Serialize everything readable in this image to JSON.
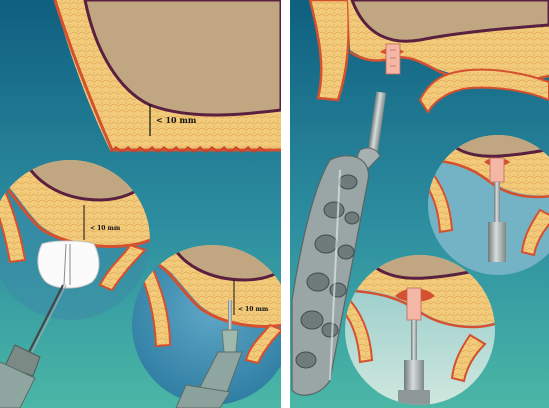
{
  "panels": {
    "left": {
      "main_measurement": "< 10 mm",
      "inset_a_measurement": "< 10 mm",
      "inset_b_measurement": "< 10 mm"
    }
  },
  "colors": {
    "background_top": "#0d6480",
    "background_bottom": "#47b4a4",
    "sinus_cavity": "#c0a781",
    "bone_fill": "#f2cc7b",
    "membrane_line": "#5a2040",
    "cortical_red": "#d5502f",
    "instrument_metal": "#9aa6a6",
    "sponge_white": "#fbfbfb"
  }
}
